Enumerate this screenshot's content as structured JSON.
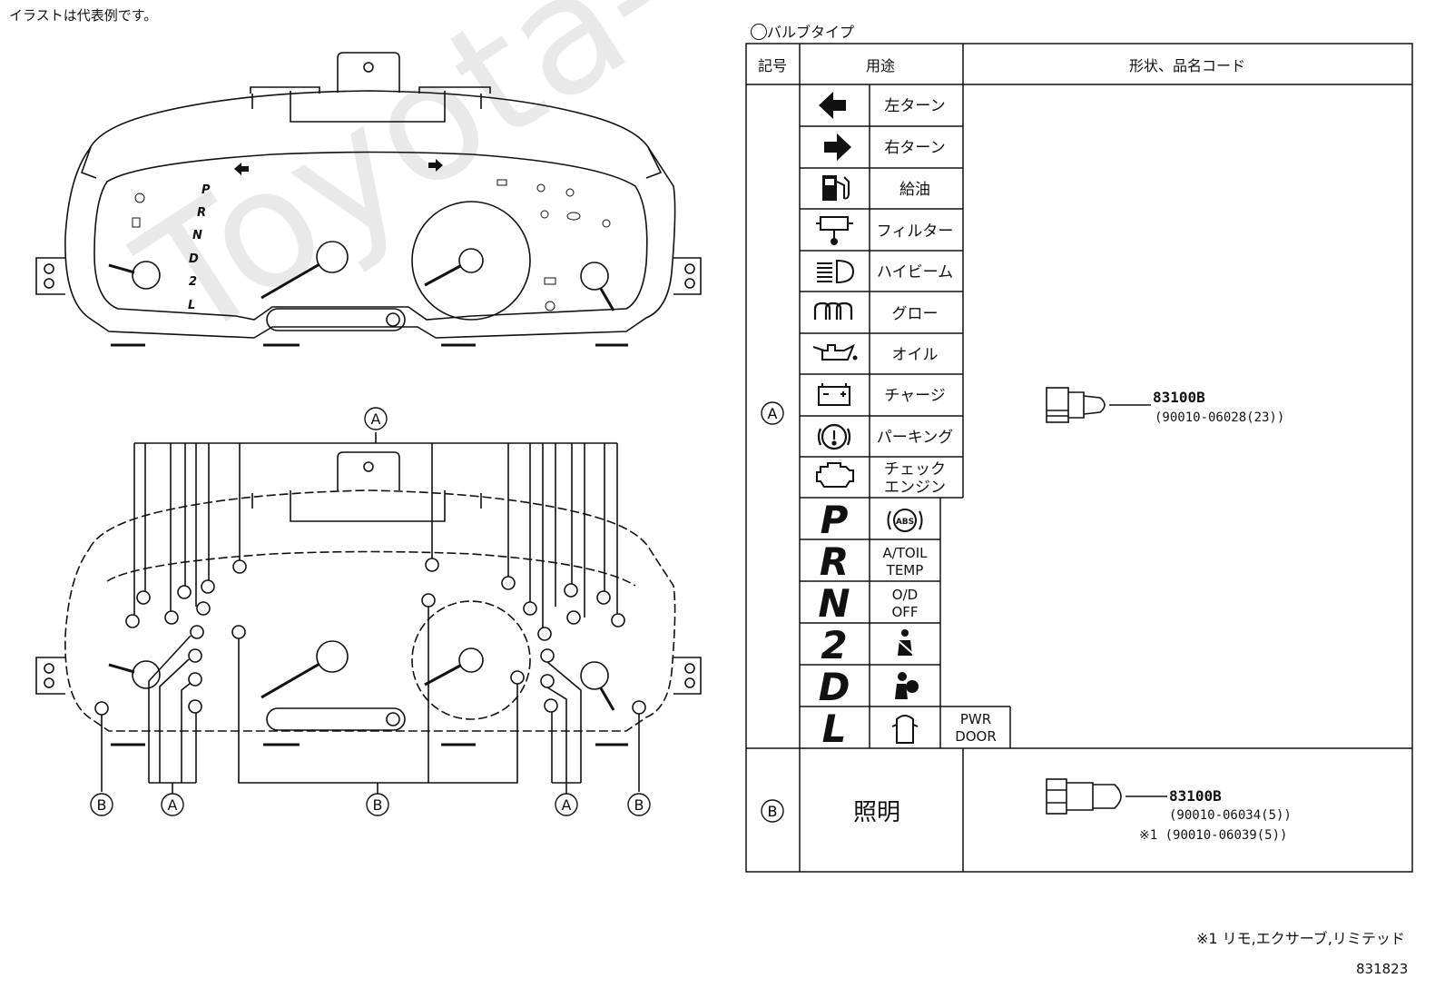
{
  "header_note": "イラストは代表例です。",
  "watermark": "Toyota-Catalogue.ru",
  "diagram": {
    "tick_letters": [
      "P",
      "R",
      "N",
      "D",
      "2",
      "L"
    ],
    "callouts": {
      "top_A": "A",
      "bottom": [
        "B",
        "A",
        "B",
        "A",
        "B"
      ]
    }
  },
  "bulb_table": {
    "title": "バルブタイプ",
    "headers": {
      "symbol": "記号",
      "use": "用途",
      "shape_code": "形状、品名コード"
    },
    "group_a": {
      "symbol": "A",
      "uses": [
        {
          "icon": "left-arrow-icon",
          "label": "左ターン"
        },
        {
          "icon": "right-arrow-icon",
          "label": "右ターン"
        },
        {
          "icon": "fuel-pump-icon",
          "label": "給油"
        },
        {
          "icon": "filter-icon",
          "label": "フィルター"
        },
        {
          "icon": "high-beam-icon",
          "label": "ハイビーム"
        },
        {
          "icon": "glow-plug-icon",
          "label": "グロー"
        },
        {
          "icon": "oil-can-icon",
          "label": "オイル"
        },
        {
          "icon": "battery-icon",
          "label": "チャージ"
        },
        {
          "icon": "parking-brake-icon",
          "label": "パーキング"
        },
        {
          "icon": "check-engine-icon",
          "label": "チェック\nエンジン"
        }
      ],
      "extras": [
        {
          "letter": "P",
          "icon": "abs-icon",
          "label": "ABS"
        },
        {
          "letter": "R",
          "label_line1": "A/TOIL",
          "label_line2": "TEMP"
        },
        {
          "letter": "N",
          "label_line1": "O/D",
          "label_line2": "OFF"
        },
        {
          "letter": "2",
          "icon": "seatbelt-icon"
        },
        {
          "letter": "D",
          "icon": "airbag-icon"
        },
        {
          "letter": "L",
          "icon": "door-ajar-icon",
          "label_line1": "PWR",
          "label_line2": "DOOR"
        }
      ],
      "part_code": "83100B",
      "part_number": "(90010-06028(23))"
    },
    "group_b": {
      "symbol": "B",
      "use": "照明",
      "part_code": "83100B",
      "part_number": "(90010-06034(5))",
      "alt_part_number": "※1 (90010-06039(5))"
    }
  },
  "footnote": "※1 リモ,エクサーブ,リミテッド",
  "figure_id": "831823"
}
